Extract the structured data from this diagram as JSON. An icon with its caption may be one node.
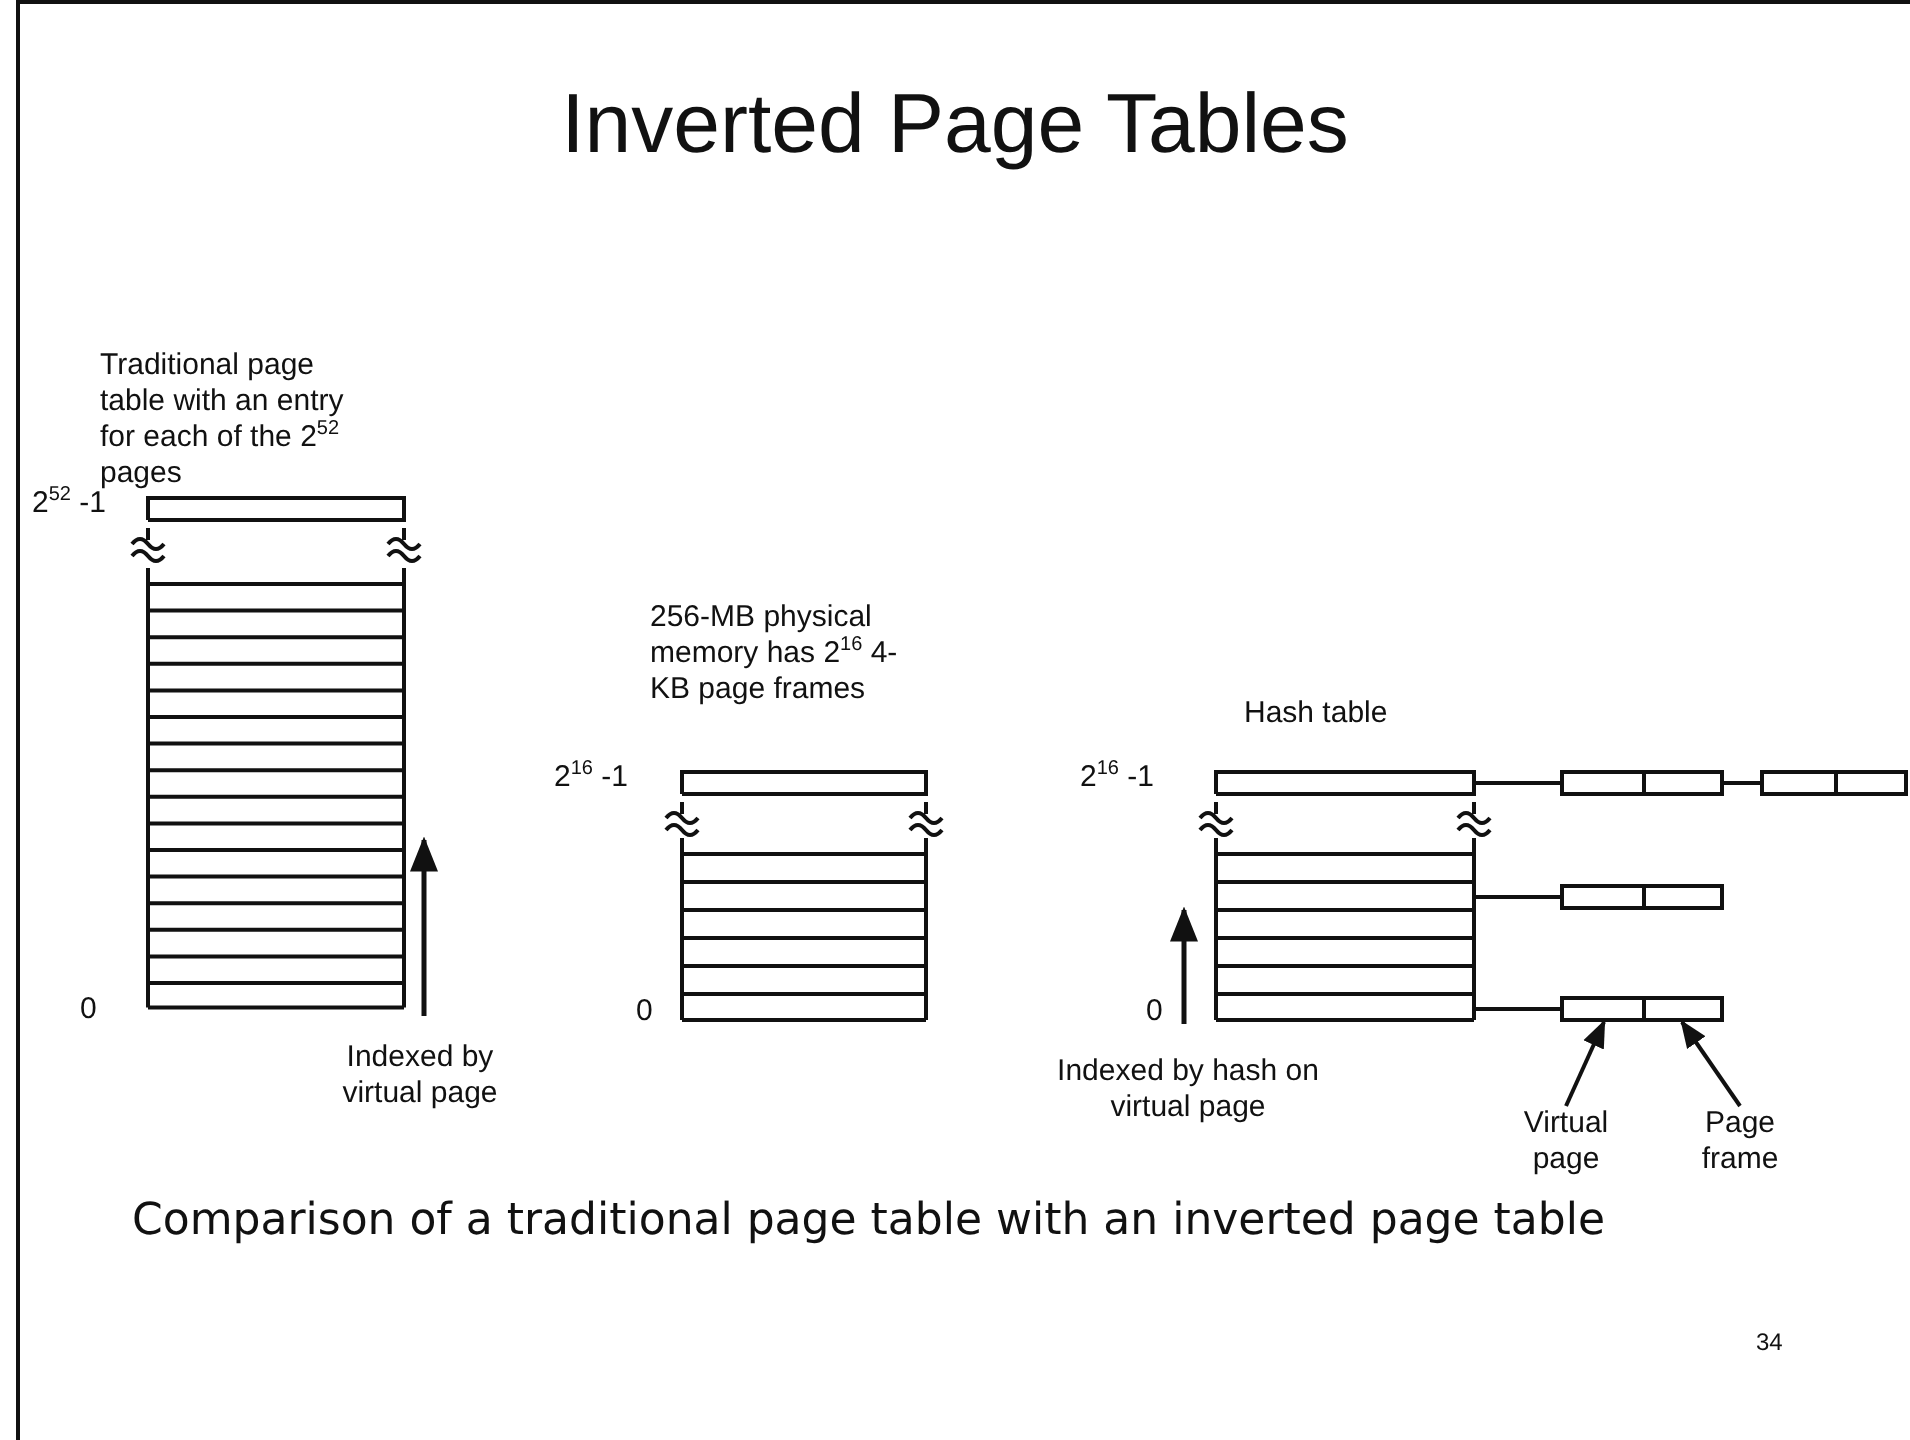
{
  "diagram": {
    "title": "Inverted Page Tables",
    "caption": "Comparison of a traditional page table with an inverted page table",
    "nodes": [
      {
        "text": [
          "Traditional page table with an entry for each of the 2$^{52}$ pages"
        ]
      },
      {
        "text": [
          "256-MB physical memory has 2$^{16}$ 4-KB page frames"
        ]
      },
      {
        "text": [
          "Hash table"
        ]
      },
      {
        "text": [],
        "shape": "box"
      },
      {
        "text": [],
        "shape": "box"
      },
      {
        "text": [],
        "shape": "box"
      },
      {
        "text": [],
        "shape": "box"
      },
      {
        "text": [
          "Virtual page"
        ]
      },
      {
        "text": [
          "Page frame"
        ]
      },
      {
        "text": [],
        "shape": "box",
        "in": 6
      },
      {
        "text": [],
        "shape": "box",
        "in": 6
      }
    ],
    "edges": [
      {
        "from": 2,
        "to": 3,
        "arrow": "none"
      },
      {
        "from": 3,
        "to": 4,
        "arrow": "none"
      },
      {
        "from": 2,
        "to": 5,
        "arrow": "none"
      },
      {
        "from": 2,
        "to": 6,
        "arrow": "none"
      },
      {
        "from": 7,
        "to": 9,
        "arrow": "to"
      },
      {
        "from": 8,
        "to": 10,
        "arrow": "to"
      }
    ],
    "labels": [
      "2$^{52}$ -1",
      "0",
      "Indexed by virtual page",
      "2$^{16}$ -1",
      "0",
      "2$^{16}$ -1",
      "0",
      "Indexed by hash on virtual page",
      "34"
    ]
  }
}
